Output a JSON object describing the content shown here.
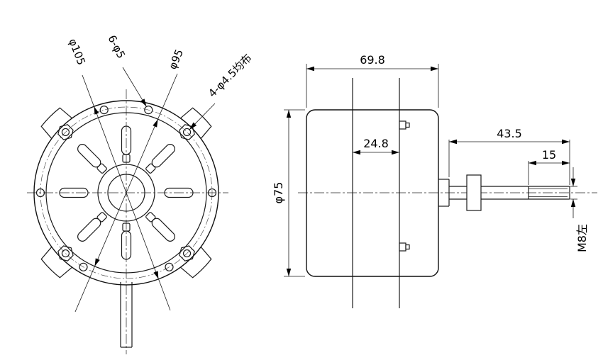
{
  "front_view": {
    "outer_dia": "φ105",
    "six_holes": "6-φ5",
    "mid_dia": "φ95",
    "four_holes": "4-φ4.5均布"
  },
  "side_view": {
    "total_length": "69.8",
    "stack_width": "24.8",
    "body_dia": "φ75",
    "shaft_length": "43.5",
    "thread_length": "15",
    "thread_spec": "M8左"
  }
}
